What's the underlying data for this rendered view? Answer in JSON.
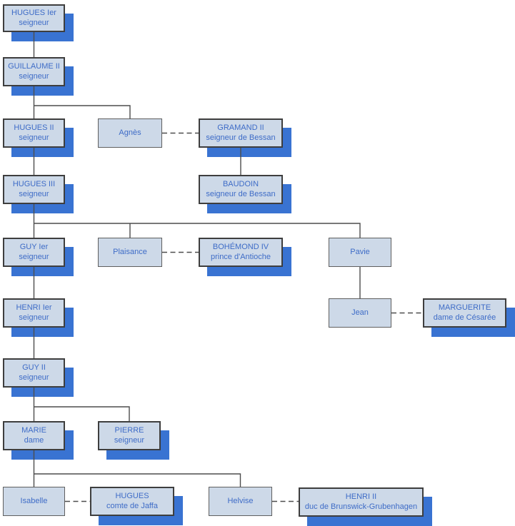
{
  "diagram": {
    "type": "family-tree",
    "colors": {
      "box_fill": "#cdd9e8",
      "box_border": "#3e3e3e",
      "box_border_plain": "#5f5f5f",
      "shadow_blue": "#3973d2",
      "text_blue": "#3e6cc7",
      "connector_gray": "#4d4d4d"
    },
    "nodes": [
      {
        "name": "HUGUES Ier",
        "title": "seigneur"
      },
      {
        "name": "GUILLAUME II",
        "title": "seigneur"
      },
      {
        "name": "HUGUES II",
        "title": "seigneur"
      },
      {
        "name": "Agnès",
        "title": ""
      },
      {
        "name": "GRAMAND II",
        "title": "seigneur de Bessan"
      },
      {
        "name": "BAUDOIN",
        "title": "seigneur de Bessan"
      },
      {
        "name": "HUGUES III",
        "title": "seigneur"
      },
      {
        "name": "GUY Ier",
        "title": "seigneur"
      },
      {
        "name": "Plaisance",
        "title": ""
      },
      {
        "name": "BOHÉMOND IV",
        "title": "prince d'Antioche"
      },
      {
        "name": "Pavie",
        "title": ""
      },
      {
        "name": "HENRI Ier",
        "title": "seigneur"
      },
      {
        "name": "Jean",
        "title": ""
      },
      {
        "name": "MARGUERITE",
        "title": "dame de Césarée"
      },
      {
        "name": "GUY II",
        "title": "seigneur"
      },
      {
        "name": "MARIE",
        "title": "dame"
      },
      {
        "name": "PIERRE",
        "title": "seigneur"
      },
      {
        "name": "Isabelle",
        "title": ""
      },
      {
        "name": "HUGUES",
        "title": "comte de Jaffa"
      },
      {
        "name": "Helvise",
        "title": ""
      },
      {
        "name": "HENRI II",
        "title": "duc de Brunswick-Grubenhagen"
      }
    ],
    "relationships": {
      "parent_child": [
        [
          "HUGUES Ier",
          "GUILLAUME II"
        ],
        [
          "GUILLAUME II",
          "HUGUES II"
        ],
        [
          "GUILLAUME II",
          "Agnès"
        ],
        [
          "HUGUES II",
          "HUGUES III"
        ],
        [
          "GRAMAND II",
          "BAUDOIN"
        ],
        [
          "HUGUES III",
          "GUY Ier"
        ],
        [
          "HUGUES III",
          "Plaisance"
        ],
        [
          "HUGUES III",
          "Pavie"
        ],
        [
          "GUY Ier",
          "HENRI Ier"
        ],
        [
          "Pavie",
          "Jean"
        ],
        [
          "HENRI Ier",
          "GUY II"
        ],
        [
          "GUY II",
          "MARIE"
        ],
        [
          "GUY II",
          "PIERRE"
        ],
        [
          "MARIE",
          "Isabelle"
        ],
        [
          "MARIE",
          "Helvise"
        ]
      ],
      "marriages": [
        [
          "Agnès",
          "GRAMAND II"
        ],
        [
          "Plaisance",
          "BOHÉMOND IV"
        ],
        [
          "Jean",
          "MARGUERITE"
        ],
        [
          "Isabelle",
          "HUGUES"
        ],
        [
          "Helvise",
          "HENRI II"
        ]
      ]
    }
  }
}
